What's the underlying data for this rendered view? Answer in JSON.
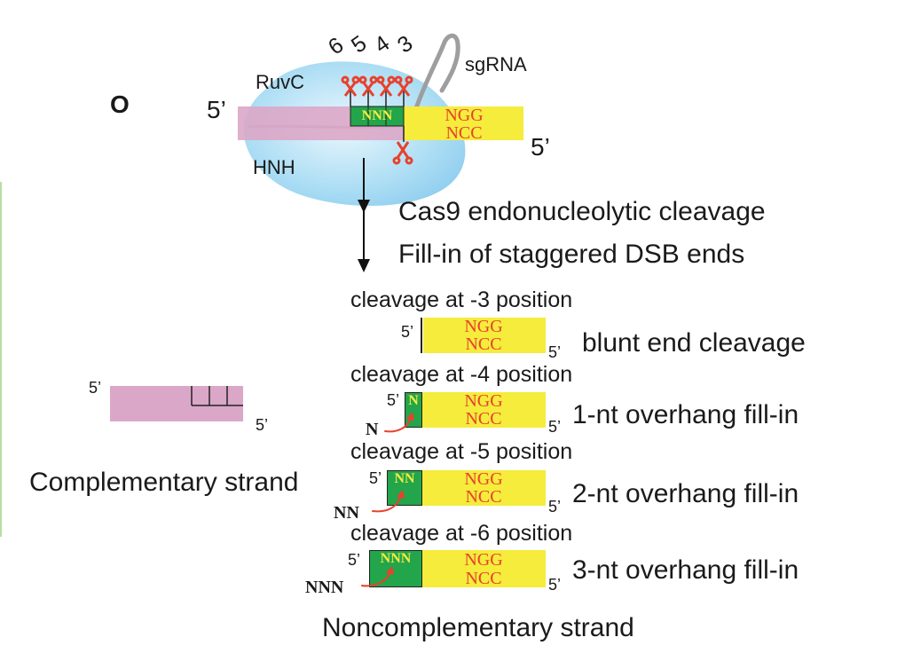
{
  "panel_letter": "O",
  "top": {
    "positions": [
      "6",
      "5",
      "4",
      "3"
    ],
    "sgrna": "sgRNA",
    "ruvc": "RuvC",
    "hnh": "HNH",
    "five_prime": "5’",
    "nnn": "NNN",
    "ngg": "NGG",
    "ncc": "NCC"
  },
  "steps": {
    "line1": "Cas9 endonucleolytic cleavage",
    "line2": "Fill-in of staggered DSB ends"
  },
  "rows": [
    {
      "title": "cleavage at -3 position",
      "fill": "",
      "desc": "blunt end cleavage"
    },
    {
      "title": "cleavage at -4 position",
      "fill": "N",
      "desc": "1-nt overhang fill-in"
    },
    {
      "title": "cleavage at -5 position",
      "fill": "NN",
      "desc": "2-nt overhang fill-in"
    },
    {
      "title": "cleavage at -6 position",
      "fill": "NNN",
      "desc": "3-nt overhang fill-in"
    }
  ],
  "left": {
    "five_top": "5’",
    "five_bottom": "5’",
    "label": "Complementary strand"
  },
  "bottom_label": "Noncomplementary strand",
  "colors": {
    "yellow": "#f5ec3c",
    "pink": "#dba7c8",
    "green": "#23a54b",
    "blob": "#9fd6f2",
    "scissors": "#e8412c"
  }
}
